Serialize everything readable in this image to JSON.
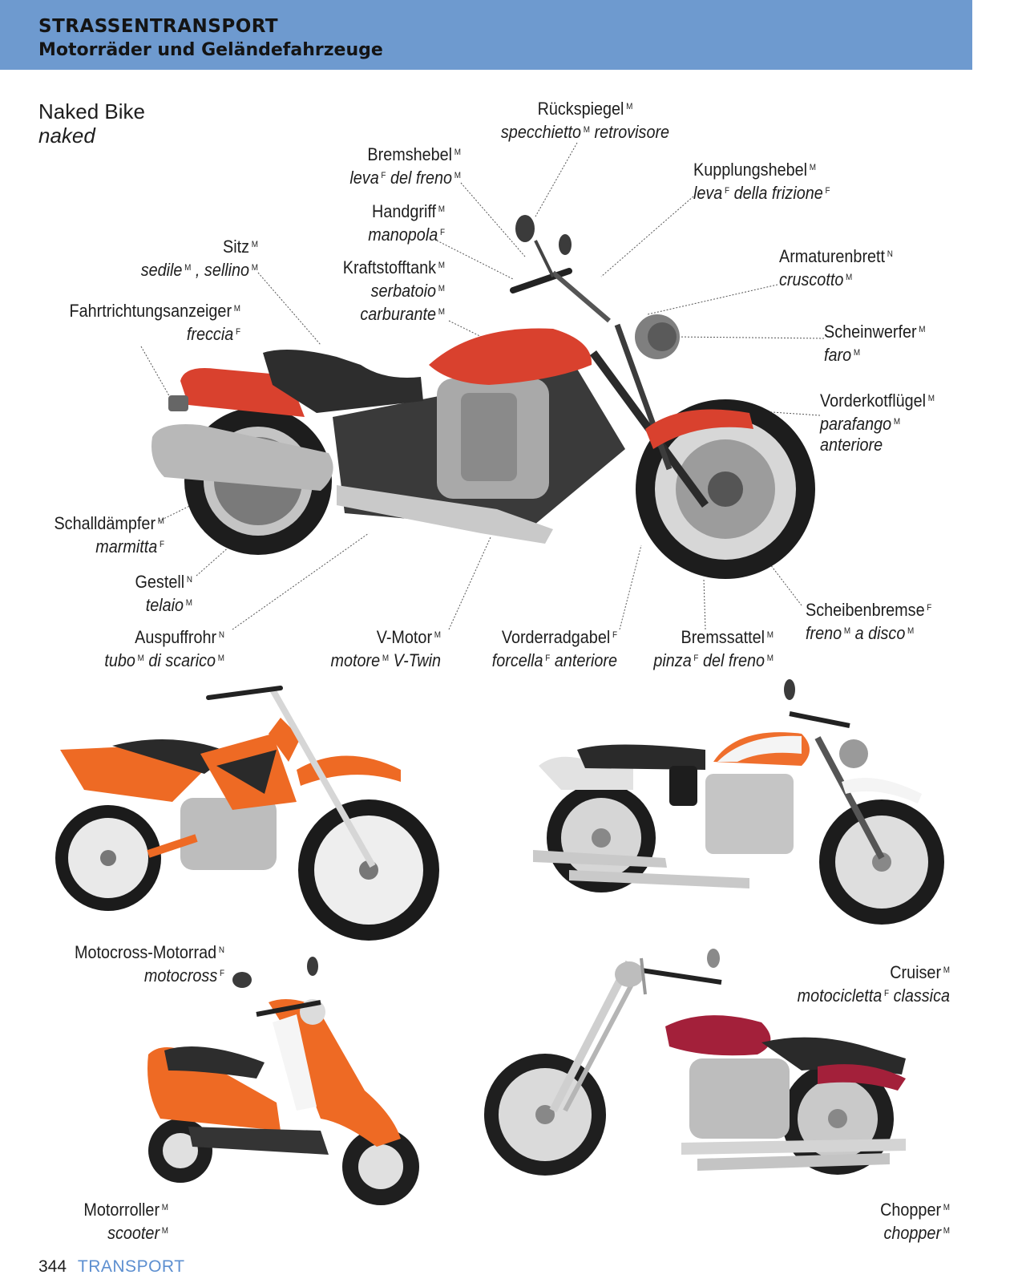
{
  "header": {
    "section": "STRASSENTRANSPORT",
    "subtitle": "Motorräder und Geländefahrzeuge"
  },
  "main_title": {
    "de": "Naked Bike",
    "it": "naked"
  },
  "labels": {
    "rueckspiegel": {
      "de": "Rückspiegel",
      "de_g": "M",
      "it": [
        "specchietto",
        "retrovisore"
      ],
      "it_g": [
        "M",
        ""
      ]
    },
    "bremshebel": {
      "de": "Bremshebel",
      "de_g": "M",
      "it": [
        "leva",
        "del freno"
      ],
      "it_g": [
        "F",
        "M"
      ]
    },
    "kupplungshebel": {
      "de": "Kupplungshebel",
      "de_g": "M",
      "it": [
        "leva",
        "della frizione"
      ],
      "it_g": [
        "F",
        "F"
      ]
    },
    "handgriff": {
      "de": "Handgriff",
      "de_g": "M",
      "it": [
        "manopola"
      ],
      "it_g": [
        "F"
      ]
    },
    "sitz": {
      "de": "Sitz",
      "de_g": "M",
      "it": [
        "sedile",
        ", sellino"
      ],
      "it_g": [
        "M",
        "M"
      ]
    },
    "kraftstofftank": {
      "de": "Kraftstofftank",
      "de_g": "M",
      "it": [
        "serbatoio",
        "carburante"
      ],
      "it_g": [
        "M",
        "M"
      ]
    },
    "armaturenbrett": {
      "de": "Armaturenbrett",
      "de_g": "N",
      "it": [
        "cruscotto"
      ],
      "it_g": [
        "M"
      ]
    },
    "fahrtrichtungsanzeiger": {
      "de": "Fahrtrichtungsanzeiger",
      "de_g": "M",
      "it": [
        "freccia"
      ],
      "it_g": [
        "F"
      ]
    },
    "scheinwerfer": {
      "de": "Scheinwerfer",
      "de_g": "M",
      "it": [
        "faro"
      ],
      "it_g": [
        "M"
      ]
    },
    "vorderkotfluegel": {
      "de": "Vorderkotflügel",
      "de_g": "M",
      "it": [
        "parafango",
        "anteriore"
      ],
      "it_g": [
        "M",
        ""
      ]
    },
    "schalldaempfer": {
      "de": "Schalldämpfer",
      "de_g": "M",
      "it": [
        "marmitta"
      ],
      "it_g": [
        "F"
      ]
    },
    "gestell": {
      "de": "Gestell",
      "de_g": "N",
      "it": [
        "telaio"
      ],
      "it_g": [
        "M"
      ]
    },
    "auspuffrohr": {
      "de": "Auspuffrohr",
      "de_g": "N",
      "it": [
        "tubo",
        "di scarico"
      ],
      "it_g": [
        "M",
        "M"
      ]
    },
    "vmotor": {
      "de": "V-Motor",
      "de_g": "M",
      "it": [
        "motore",
        "V-Twin"
      ],
      "it_g": [
        "M",
        ""
      ]
    },
    "vorderradgabel": {
      "de": "Vorderradgabel",
      "de_g": "F",
      "it": [
        "forcella",
        "anteriore"
      ],
      "it_g": [
        "F",
        ""
      ]
    },
    "bremssattel": {
      "de": "Bremssattel",
      "de_g": "M",
      "it": [
        "pinza",
        "del freno"
      ],
      "it_g": [
        "F",
        "M"
      ]
    },
    "scheibenbremse": {
      "de": "Scheibenbremse",
      "de_g": "F",
      "it": [
        "freno",
        "a disco"
      ],
      "it_g": [
        "M",
        "M"
      ]
    },
    "motocross": {
      "de": "Motocross-Motorrad",
      "de_g": "N",
      "it": [
        "motocross"
      ],
      "it_g": [
        "F"
      ]
    },
    "cruiser": {
      "de": "Cruiser",
      "de_g": "M",
      "it": [
        "motocicletta",
        "classica"
      ],
      "it_g": [
        "F",
        ""
      ]
    },
    "motorroller": {
      "de": "Motorroller",
      "de_g": "M",
      "it": [
        "scooter"
      ],
      "it_g": [
        "M"
      ]
    },
    "chopper": {
      "de": "Chopper",
      "de_g": "M",
      "it": [
        "chopper"
      ],
      "it_g": [
        "M"
      ]
    }
  },
  "footer": {
    "page": "344",
    "section": "TRANSPORT"
  },
  "colors": {
    "header_bg": "#6e9acf",
    "footer_accent": "#5d8fd0",
    "bike_red": "#d9412e",
    "bike_orange": "#ee6a24",
    "chopper_red": "#a3203a"
  }
}
